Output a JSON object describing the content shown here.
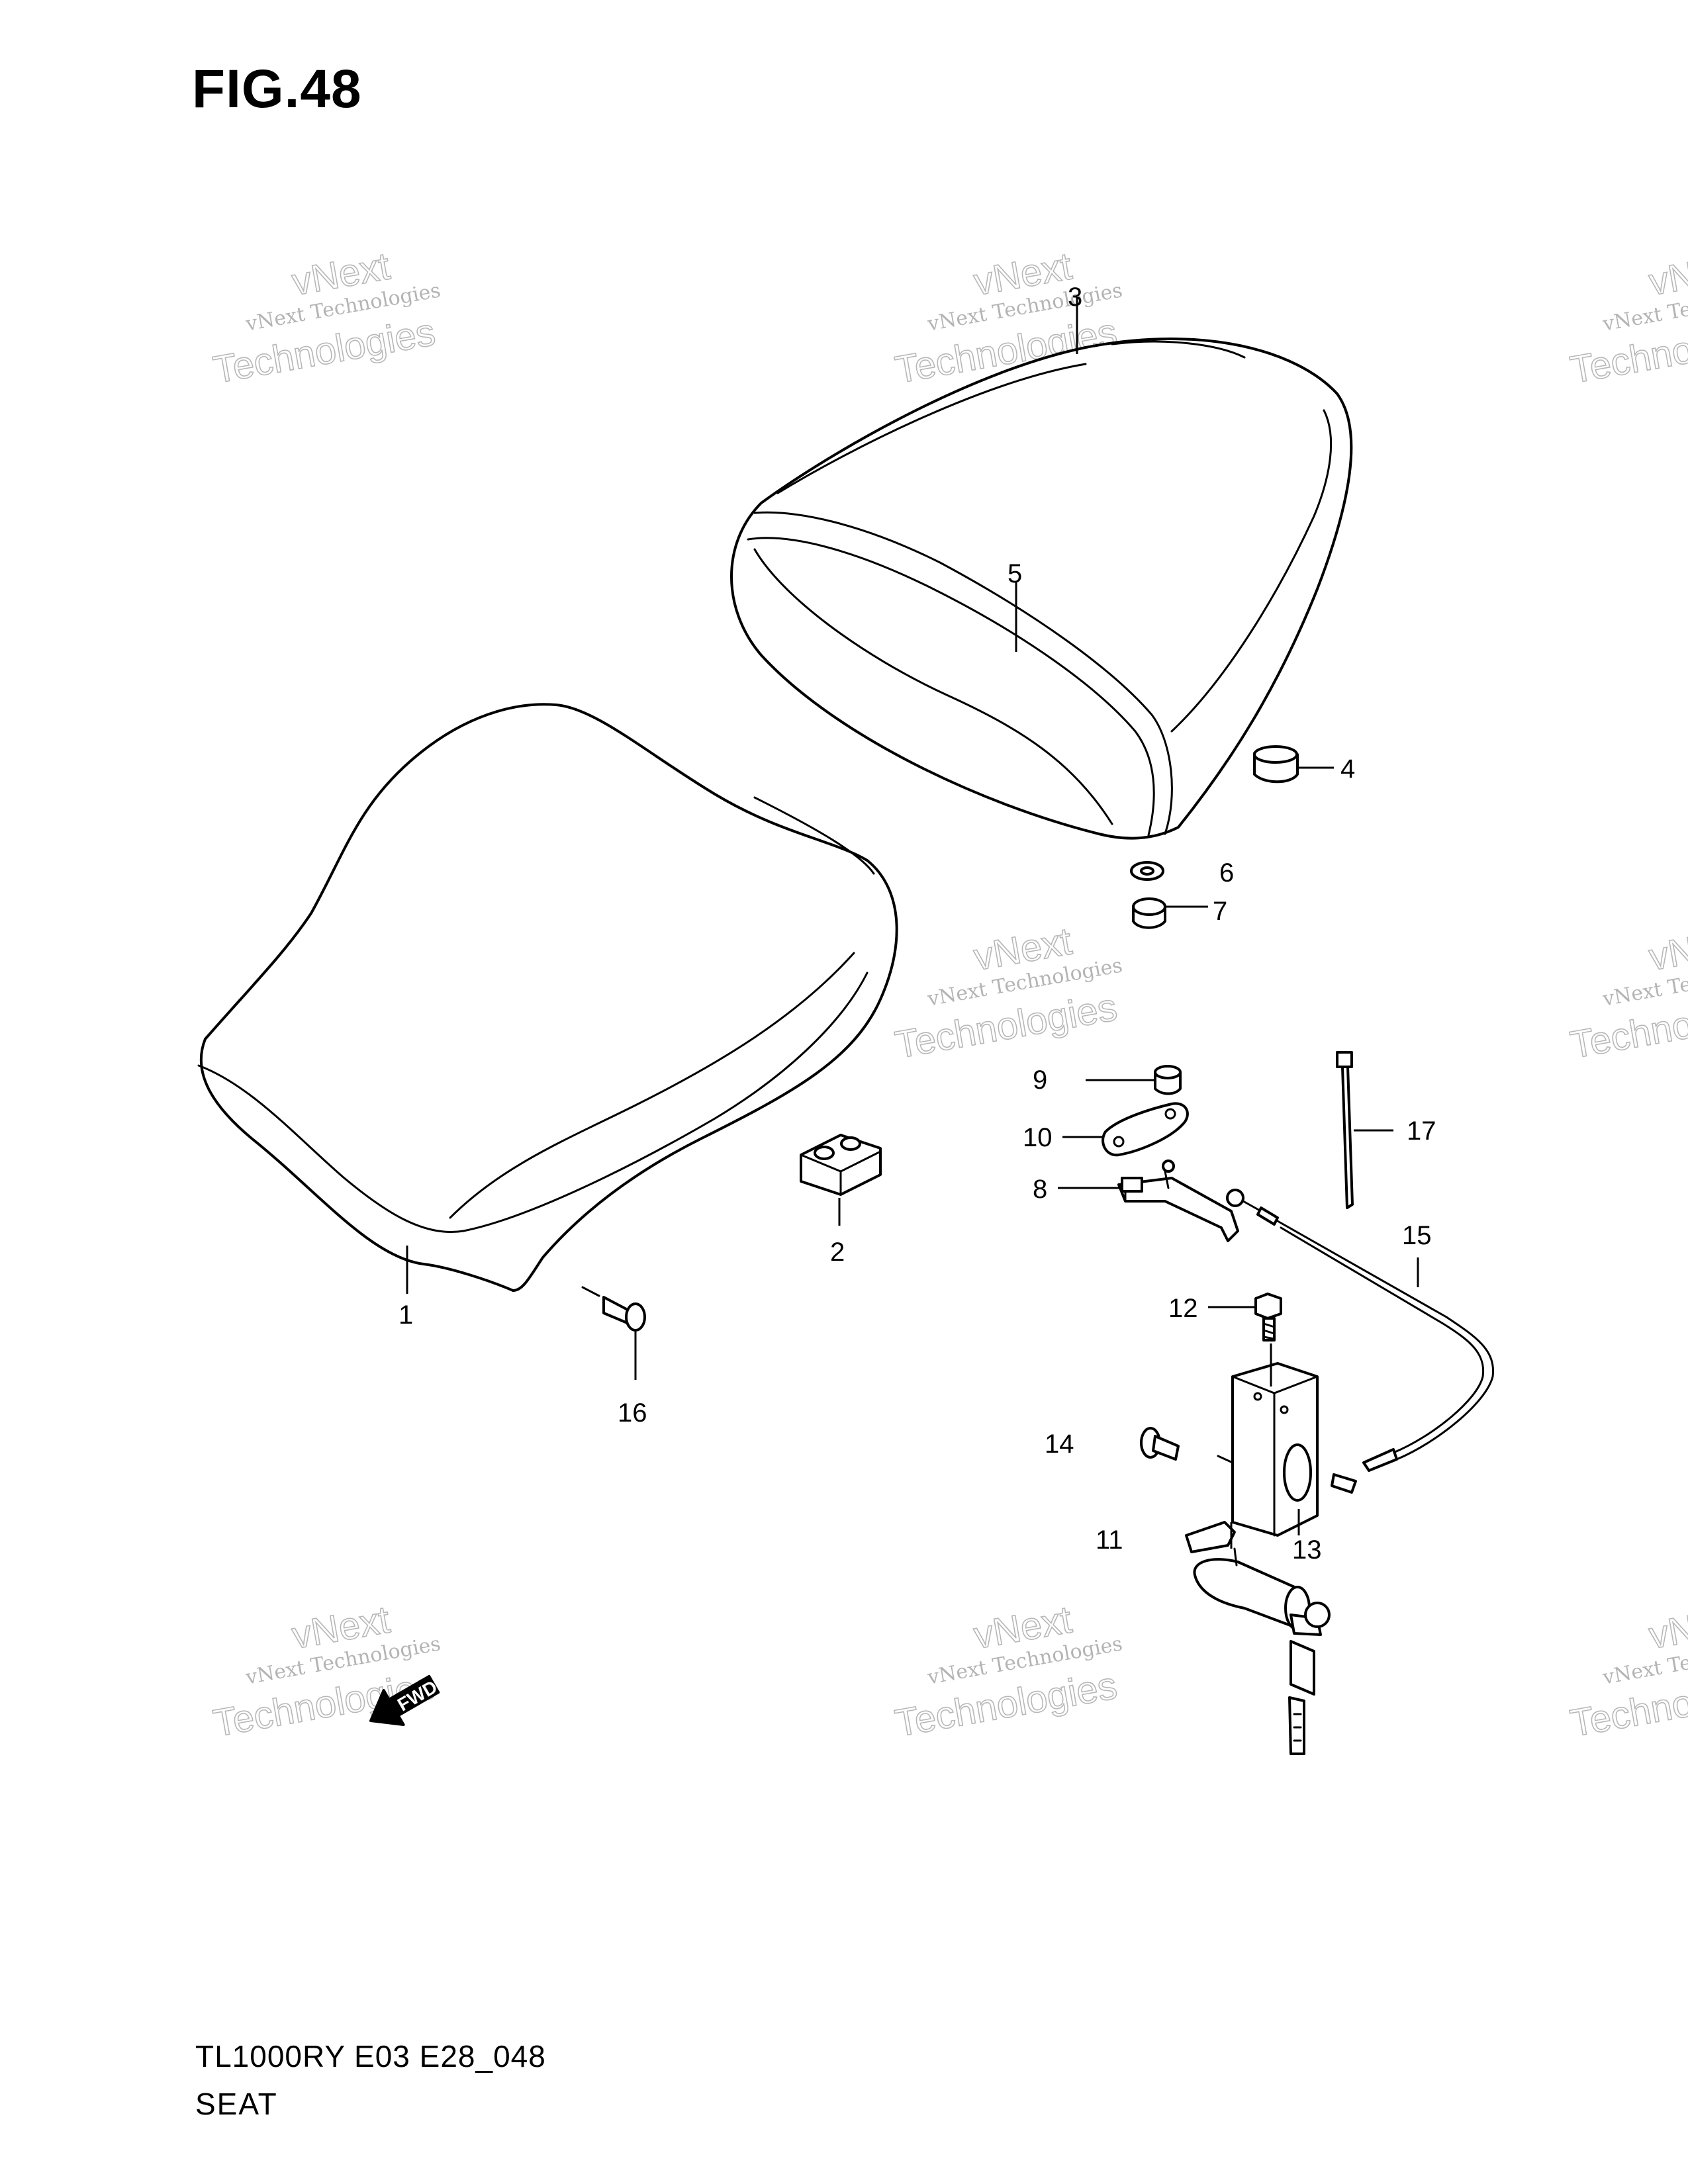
{
  "figure": {
    "title": "FIG.48"
  },
  "footer": {
    "model_code": "TL1000RY E03 E28_048",
    "name": "SEAT"
  },
  "fwd_label": "FWD",
  "watermark": {
    "line1": "vNext Technologies",
    "line2": "vNext",
    "line3": "Technologies"
  },
  "callouts": [
    {
      "id": "1",
      "label": "1"
    },
    {
      "id": "2",
      "label": "2"
    },
    {
      "id": "3",
      "label": "3"
    },
    {
      "id": "4",
      "label": "4"
    },
    {
      "id": "5",
      "label": "5"
    },
    {
      "id": "6",
      "label": "6"
    },
    {
      "id": "7",
      "label": "7"
    },
    {
      "id": "8",
      "label": "8"
    },
    {
      "id": "9",
      "label": "9"
    },
    {
      "id": "10",
      "label": "10"
    },
    {
      "id": "11",
      "label": "11"
    },
    {
      "id": "12",
      "label": "12"
    },
    {
      "id": "13",
      "label": "13"
    },
    {
      "id": "14",
      "label": "14"
    },
    {
      "id": "15",
      "label": "15"
    },
    {
      "id": "16",
      "label": "16"
    },
    {
      "id": "17",
      "label": "17"
    }
  ]
}
